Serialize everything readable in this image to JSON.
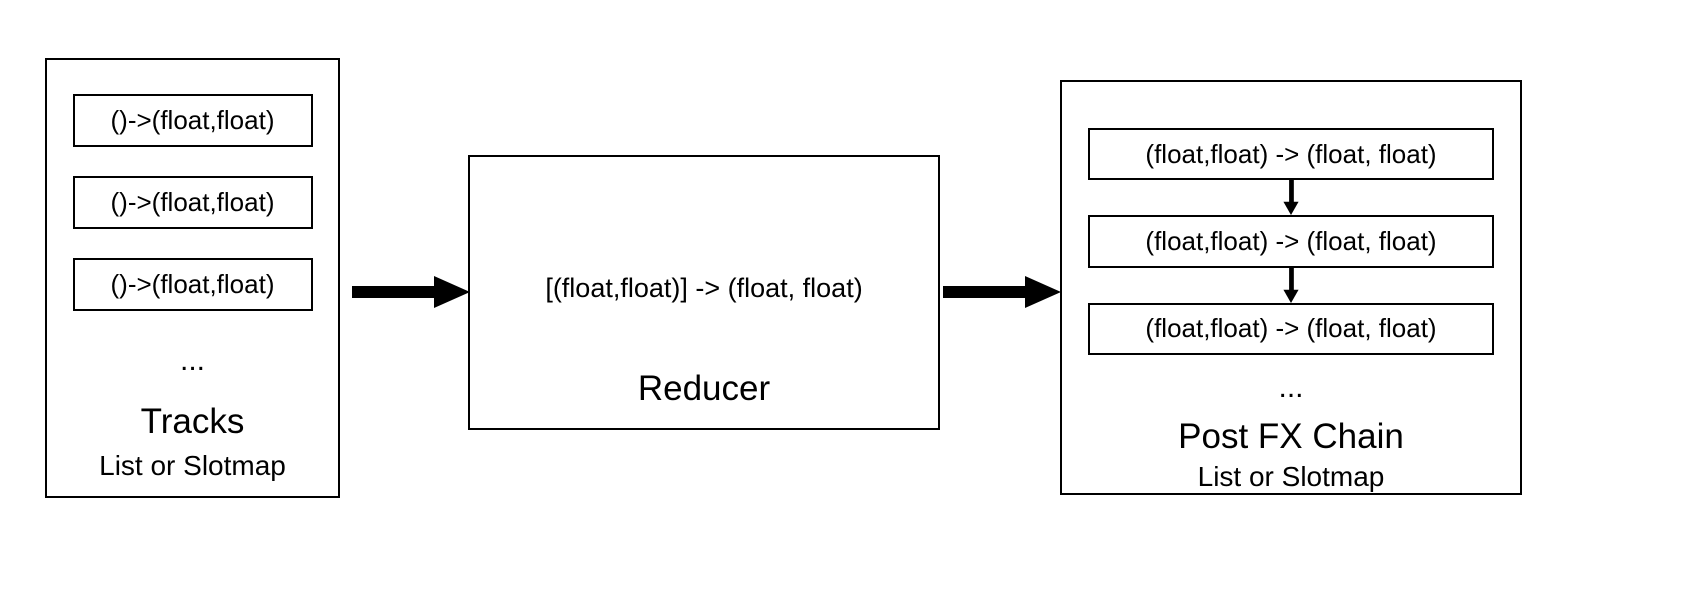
{
  "tracks": {
    "title": "Tracks",
    "subtitle": "List or Slotmap",
    "ellipsis": "...",
    "items": [
      "()->(float,float)",
      "()->(float,float)",
      "()->(float,float)"
    ]
  },
  "reducer": {
    "signature": "[(float,float)] -> (float, float)",
    "title": "Reducer"
  },
  "postfx": {
    "title": "Post FX Chain",
    "subtitle": "List or Slotmap",
    "ellipsis": "...",
    "items": [
      "(float,float) -> (float, float)",
      "(float,float) -> (float, float)",
      "(float,float) -> (float, float)"
    ]
  }
}
